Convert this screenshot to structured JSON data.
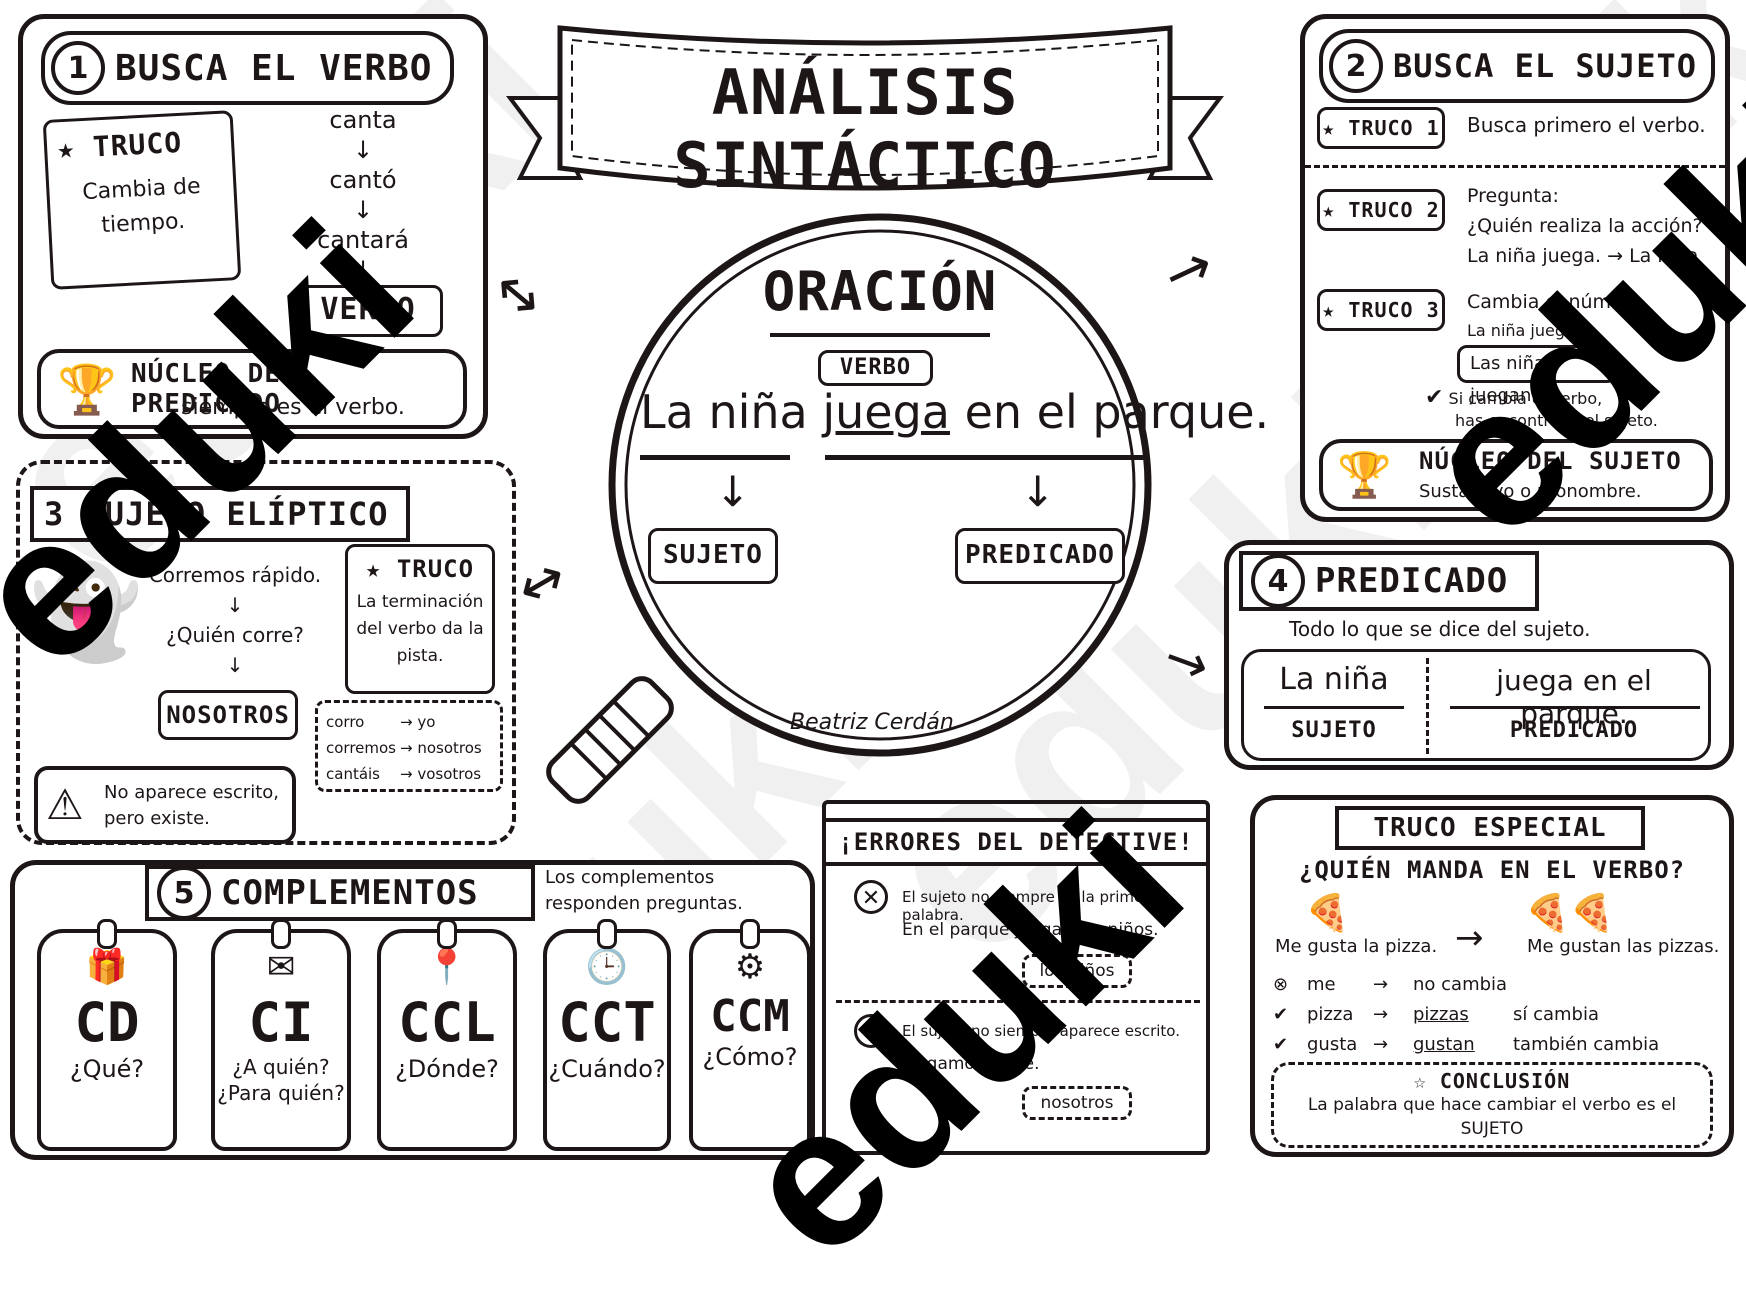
{
  "main_title": "ANÁLISIS SINTÁCTICO",
  "center": {
    "title": "ORACIÓN",
    "verbo_tag": "VERBO",
    "sentence_a": "La niña",
    "sentence_b": "juega",
    "sentence_c": "en el parque.",
    "sujeto": "SUJETO",
    "predicado": "PREDICADO",
    "signature": "Beatriz Cerdán"
  },
  "s1": {
    "number": "1",
    "title": "BUSCA EL VERBO",
    "truco_label": "TRUCO",
    "truco_text": "Cambia de tiempo.",
    "forms": [
      "canta",
      "cantó",
      "cantará"
    ],
    "verbo_box": "VERBO",
    "nucleo_text": "NÚCLEO DEL PREDICADO",
    "nucleo_sub": "siempre es el verbo."
  },
  "s2": {
    "number": "2",
    "title": "BUSCA EL SUJETO",
    "truco1_label": "TRUCO 1",
    "truco1_text": "Busca primero el verbo.",
    "truco2_label": "TRUCO 2",
    "truco2_q": "Pregunta:",
    "truco2_text": "¿Quién realiza la acción?",
    "truco2_example": "La niña juega. → La niña",
    "truco3_label": "TRUCO 3",
    "truco3_text": "Cambia el número.",
    "truco3_example": "La niña juega.",
    "truco3_box": "Las niñas juegan.",
    "check_text": "Si cambia el verbo,",
    "check_text2": "has encontrado el sujeto.",
    "nucleo_title": "NÚCLEO DEL SUJETO",
    "nucleo_sub": "Sustantivo o pronombre."
  },
  "s3": {
    "number": "3",
    "title": "SUJETO ELÍPTICO",
    "example1": "Corremos rápido.",
    "example2": "¿Quién corre?",
    "answer": "NOSOTROS",
    "truco_label": "TRUCO",
    "truco_text": "La terminación del verbo da la pista.",
    "conj": [
      {
        "verb": "corro",
        "pron": "yo"
      },
      {
        "verb": "corremos",
        "pron": "nosotros"
      },
      {
        "verb": "cantáis",
        "pron": "vosotros"
      }
    ],
    "warning": "No aparece escrito, pero existe."
  },
  "s4": {
    "number": "4",
    "title": "PREDICADO",
    "subtitle": "Todo lo que se dice del sujeto.",
    "left": "La niña",
    "right": "juega en el parque.",
    "left_label": "SUJETO",
    "right_label": "PREDICADO"
  },
  "s5": {
    "number": "5",
    "title": "COMPLEMENTOS",
    "note": "Los complementos responden preguntas.",
    "tags": [
      {
        "code": "CD",
        "q": "¿Qué?",
        "icon": "gift-icon"
      },
      {
        "code": "CI",
        "q": "¿A quién? ¿Para quién?",
        "icon": "envelope-icon"
      },
      {
        "code": "CCL",
        "q": "¿Dónde?",
        "icon": "location-pin-icon"
      },
      {
        "code": "CCT",
        "q": "¿Cuándo?",
        "icon": "clock-icon"
      },
      {
        "code": "CCM",
        "q": "¿Cómo?",
        "icon": "gear-icon"
      }
    ]
  },
  "errores": {
    "title": "¡ERRORES DEL DETECTIVE!",
    "e1": "El sujeto no siempre es la primera palabra.",
    "e1_example": "En el parque juegan los niños.",
    "e1_answer": "los niños",
    "e2": "El sujeto no siempre aparece escrito.",
    "e2_example": "Llegamos tarde.",
    "e2_answer": "nosotros"
  },
  "especial": {
    "title": "TRUCO ESPECIAL",
    "question": "¿QUIÉN MANDA EN EL VERBO?",
    "left": "Me gusta la pizza.",
    "right": "Me gustan las pizzas.",
    "rows": [
      {
        "a": "me",
        "b": "no cambia",
        "c": ""
      },
      {
        "a": "pizza",
        "b": "pizzas",
        "c": "sí cambia"
      },
      {
        "a": "gusta",
        "b": "gustan",
        "c": "también cambia"
      }
    ],
    "conclusion_title": "CONCLUSIÓN",
    "conclusion_text": "La palabra que hace cambiar el verbo es el SUJETO"
  },
  "watermark": "eduki",
  "colors": {
    "ink": "#1d1616",
    "paper": "#ffffff",
    "watermark_dark": "#000000",
    "watermark_light": "#f0f0f0"
  }
}
